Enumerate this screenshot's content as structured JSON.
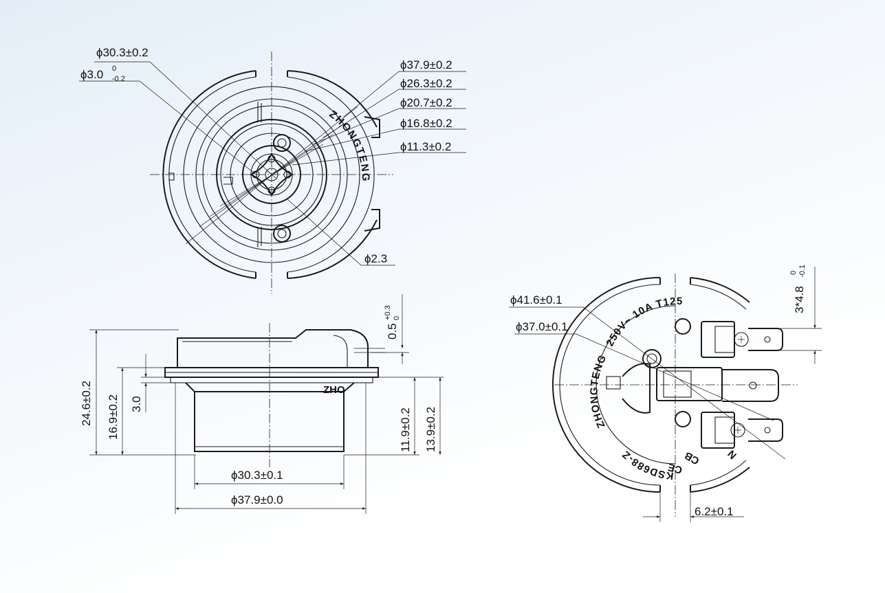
{
  "top_view": {
    "dims": {
      "d30_3": "ϕ30.3±0.2",
      "d3_0": "ϕ3.0",
      "d3_0_upper": "0",
      "d3_0_lower": "-0.2",
      "d37_9": "ϕ37.9±0.2",
      "d26_3": "ϕ26.3±0.2",
      "d20_7": "ϕ20.7±0.2",
      "d16_8": "ϕ16.8±0.2",
      "d11_3": "ϕ11.3±0.2",
      "d2_3": "ϕ2.3"
    },
    "brand_text": "ZHONGTENG"
  },
  "side_view": {
    "dims": {
      "tol_top": "0.5",
      "tol_top_upper": "+0.3",
      "tol_top_lower": "0",
      "h24_6": "24.6±0.2",
      "h16_9": "16.9±0.2",
      "h3_0": "3.0",
      "h11_9": "11.9±0.2",
      "h13_9": "13.9±0.2",
      "w30_3": "ϕ30.3±0.1",
      "w37_9": "ϕ37.9±0.0"
    },
    "brand_text": "ZHO"
  },
  "bottom_view": {
    "dims": {
      "d41_6": "ϕ41.6±0.1",
      "d37_0": "ϕ37.0±0.1",
      "pin": "3*4.8",
      "pin_upper": "0",
      "pin_lower": "-0.1",
      "w6_2": "6.2±0.1"
    },
    "ring_text_top": "250V~  10A  T125",
    "ring_text_left": "ZHONGTENG",
    "ring_text_bottom": "KSD688-Z",
    "cert": "CB",
    "ce": "CE",
    "n_mark": "N"
  }
}
